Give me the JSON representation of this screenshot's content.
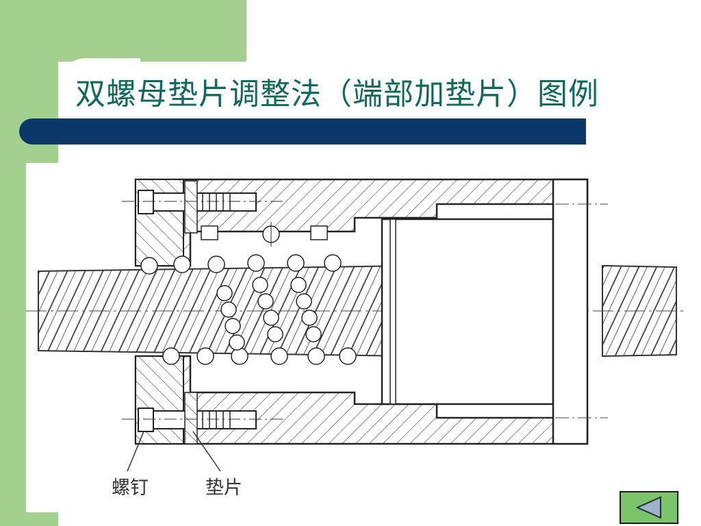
{
  "slide": {
    "title": "双螺母垫片调整法（端部加垫片）图例"
  },
  "diagram": {
    "labels": {
      "screw": "螺钉",
      "shim": "垫片"
    }
  },
  "navigation": {
    "back_icon": "triangle-left-icon"
  },
  "colors": {
    "sidebar_green": "#a3cf8f",
    "title_teal": "#106a5b",
    "title_bar_navy": "#0b3868",
    "nav_button_green": "#7cc46a"
  }
}
